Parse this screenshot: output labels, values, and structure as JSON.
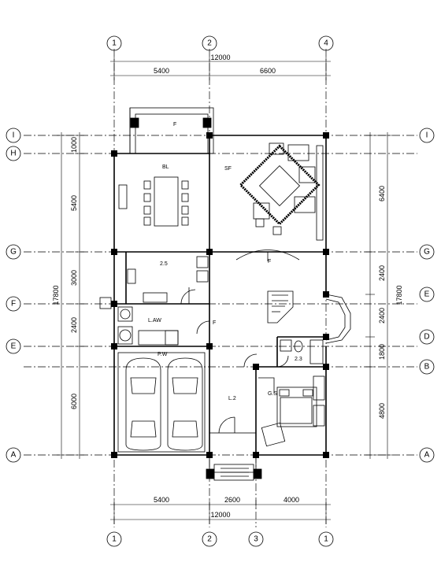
{
  "axis_labels": {
    "top": [
      "1",
      "2",
      "4"
    ],
    "bottom": [
      "1",
      "2",
      "3",
      "1"
    ],
    "left": [
      "I",
      "H",
      "G",
      "F",
      "E",
      "A"
    ],
    "right": [
      "I",
      "G",
      "E",
      "D",
      "B",
      "A"
    ]
  },
  "dimensions": {
    "top_total": "12000",
    "top_segments": [
      "5400",
      "6600"
    ],
    "bottom_segments": [
      "5400",
      "2600",
      "4000"
    ],
    "bottom_total": "12000",
    "left_segments": [
      "1000",
      "5400",
      "3000",
      "2400",
      "6000"
    ],
    "left_total": "17800",
    "right_segments": [
      "6400",
      "2400",
      "2400",
      "1800",
      "4800"
    ],
    "right_total": "17800"
  },
  "rooms": {
    "balcony_top": "F",
    "dining": "BL",
    "living": "SF",
    "kitchen": "2.5",
    "laundry": "L.AW",
    "garage": "P.W",
    "foyer": "F",
    "hall_left": "F",
    "bath": "2.3",
    "entry": "L.2",
    "bedroom": "G.S"
  }
}
